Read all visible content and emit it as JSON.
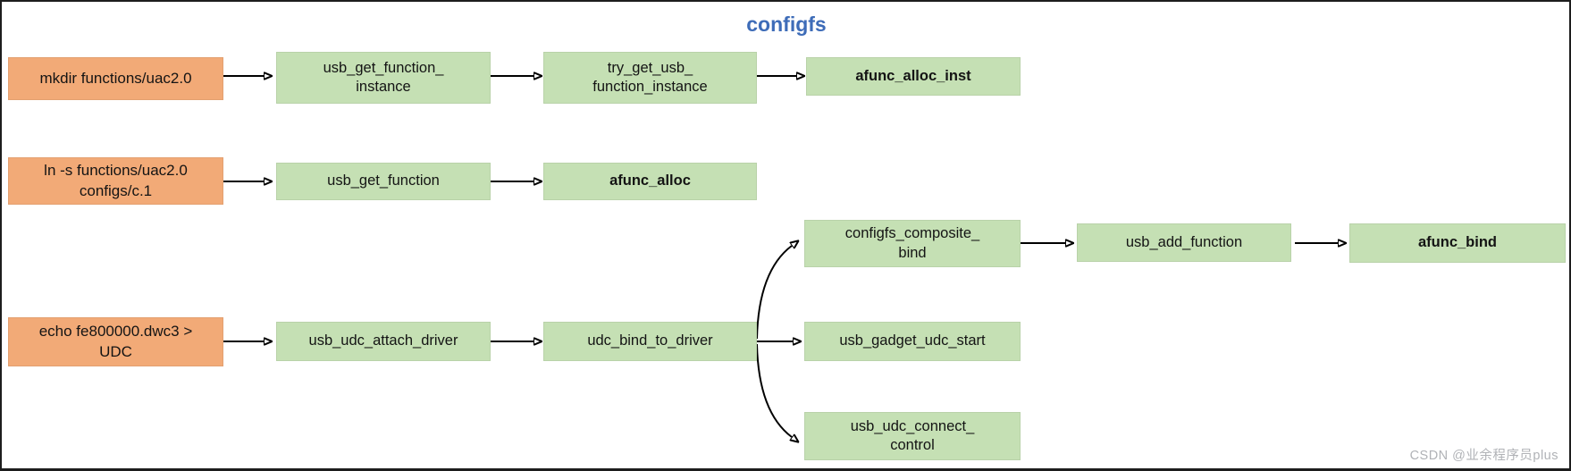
{
  "title": "configfs",
  "watermark": "CSDN @业余程序员plus",
  "colors": {
    "command_box_fill": "#f2aa77",
    "function_box_fill": "#c5e0b4",
    "title_text": "#3e6cb8",
    "arrow": "#000000",
    "watermark_text": "#b0b2b6"
  },
  "nodes": {
    "mkdir_uac2": {
      "label": "mkdir functions/uac2.0",
      "type": "command"
    },
    "ln_s_configs": {
      "label": "ln -s functions/uac2.0\nconfigs/c.1",
      "type": "command"
    },
    "echo_udc": {
      "label": "echo fe800000.dwc3 >\nUDC",
      "type": "command"
    },
    "usb_get_function_instance": {
      "label": "usb_get_function_\ninstance",
      "type": "function"
    },
    "try_get_usb_function_instance": {
      "label": "try_get_usb_\nfunction_instance",
      "type": "function"
    },
    "afunc_alloc_inst": {
      "label": "afunc_alloc_inst",
      "type": "function",
      "emphasis": "bold"
    },
    "usb_get_function": {
      "label": "usb_get_function",
      "type": "function"
    },
    "afunc_alloc": {
      "label": "afunc_alloc",
      "type": "function",
      "emphasis": "bold"
    },
    "usb_udc_attach_driver": {
      "label": "usb_udc_attach_driver",
      "type": "function"
    },
    "udc_bind_to_driver": {
      "label": "udc_bind_to_driver",
      "type": "function"
    },
    "configfs_composite_bind": {
      "label": "configfs_composite_\nbind",
      "type": "function"
    },
    "usb_add_function": {
      "label": "usb_add_function",
      "type": "function"
    },
    "afunc_bind": {
      "label": "afunc_bind",
      "type": "function",
      "emphasis": "bold"
    },
    "usb_gadget_udc_start": {
      "label": "usb_gadget_udc_start",
      "type": "function"
    },
    "usb_udc_connect_control": {
      "label": "usb_udc_connect_\ncontrol",
      "type": "function"
    }
  },
  "edges": [
    {
      "from": "mkdir_uac2",
      "to": "usb_get_function_instance"
    },
    {
      "from": "usb_get_function_instance",
      "to": "try_get_usb_function_instance"
    },
    {
      "from": "try_get_usb_function_instance",
      "to": "afunc_alloc_inst"
    },
    {
      "from": "ln_s_configs",
      "to": "usb_get_function"
    },
    {
      "from": "usb_get_function",
      "to": "afunc_alloc"
    },
    {
      "from": "echo_udc",
      "to": "usb_udc_attach_driver"
    },
    {
      "from": "usb_udc_attach_driver",
      "to": "udc_bind_to_driver"
    },
    {
      "from": "udc_bind_to_driver",
      "to": "configfs_composite_bind"
    },
    {
      "from": "udc_bind_to_driver",
      "to": "usb_gadget_udc_start"
    },
    {
      "from": "udc_bind_to_driver",
      "to": "usb_udc_connect_control"
    },
    {
      "from": "configfs_composite_bind",
      "to": "usb_add_function"
    },
    {
      "from": "usb_add_function",
      "to": "afunc_bind"
    }
  ]
}
